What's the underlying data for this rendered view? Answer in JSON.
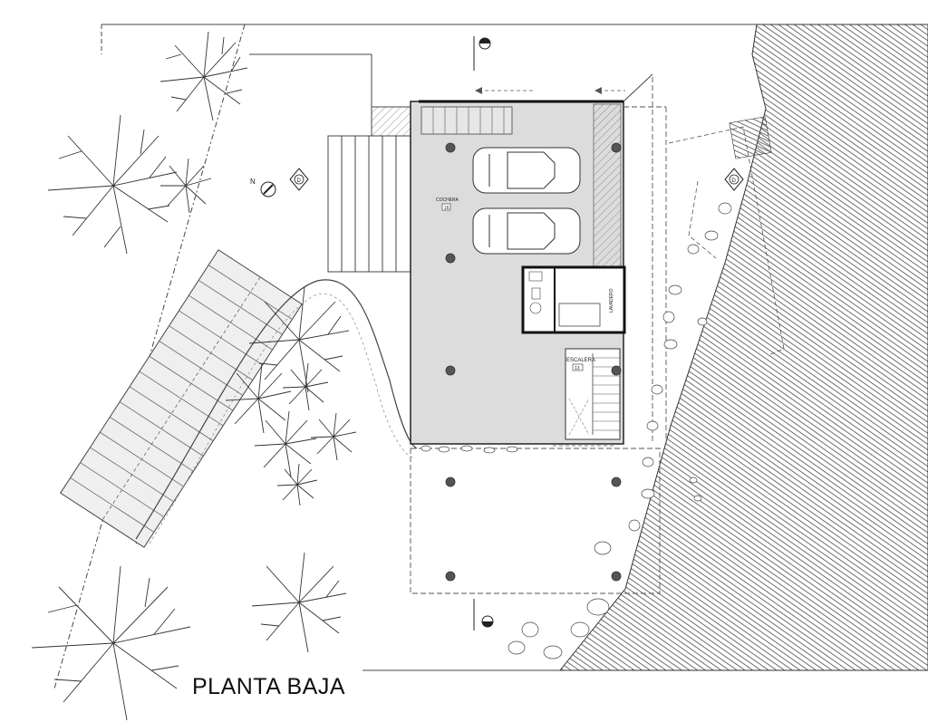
{
  "drawing": {
    "title": "PLANTA BAJA",
    "rooms": {
      "garage": {
        "name": "COCHERA",
        "tag": "16"
      },
      "stair": {
        "name": "ESCALERA",
        "tag": "13"
      },
      "laundry": {
        "name": "LAVADERO"
      }
    },
    "markers": {
      "section_tag": "D",
      "elevation_tag": "D"
    },
    "colors": {
      "floor_fill": "#dcdcdc",
      "hatch": "#555555",
      "line": "#333333",
      "column": "#555555"
    }
  }
}
